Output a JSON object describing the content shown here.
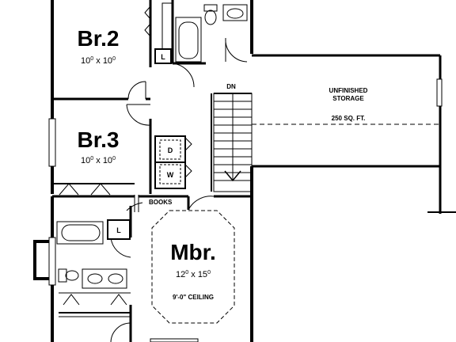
{
  "rooms": {
    "br2": {
      "name": "Br.2",
      "dim_w": "10",
      "dim_w_sup": "0",
      "dim_sep": " x ",
      "dim_h": "10",
      "dim_h_sup": "0"
    },
    "br3": {
      "name": "Br.3",
      "dim_w": "10",
      "dim_w_sup": "0",
      "dim_sep": " x ",
      "dim_h": "10",
      "dim_h_sup": "0"
    },
    "mbr": {
      "name": "Mbr.",
      "dim_w": "12",
      "dim_w_sup": "0",
      "dim_sep": " x ",
      "dim_h": "15",
      "dim_h_sup": "0",
      "ceiling": "9'-0\" CEILING"
    }
  },
  "labels": {
    "dn": "DN",
    "books": "BOOKS",
    "linen_1": "L",
    "linen_2": "L",
    "dryer": "D",
    "washer": "W"
  },
  "storage": {
    "line1": "UNFINISHED",
    "line2": "STORAGE",
    "area": "250 SQ. FT."
  },
  "colors": {
    "walls": "#000000",
    "background": "#ffffff"
  }
}
